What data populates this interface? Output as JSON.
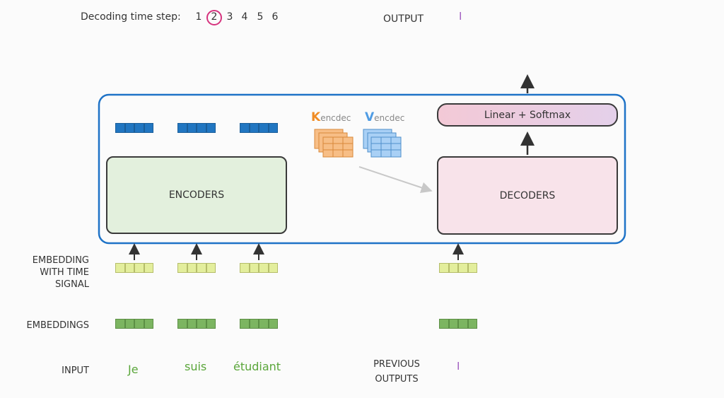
{
  "header": {
    "decoding_label": "Decoding time step:",
    "steps": [
      "1",
      "2",
      "3",
      "4",
      "5",
      "6"
    ],
    "active_step": "2",
    "output_label": "OUTPUT",
    "output_value": "I"
  },
  "matrices": {
    "k_main": "K",
    "k_sub": "encdec",
    "v_main": "V",
    "v_sub": "encdec"
  },
  "boxes": {
    "encoders": "ENCODERS",
    "decoders": "DECODERS",
    "linear_softmax": "Linear + Softmax"
  },
  "row_labels": {
    "embedding_time_signal": [
      "EMBEDDING",
      "WITH TIME",
      "SIGNAL"
    ],
    "embeddings": "EMBEDDINGS",
    "input": "INPUT",
    "previous_outputs": [
      "PREVIOUS",
      "OUTPUTS"
    ]
  },
  "input_words": [
    "Je",
    "suis",
    "étudiant"
  ],
  "previous_output_value": "I",
  "colors": {
    "frame_blue": "#1f73c7",
    "encoder_fill": "#e3f0dd",
    "decoder_fill": "#f8e3ea",
    "active_ring": "#d6337e",
    "word_green": "#5aa63a",
    "output_purple": "#a35fc1",
    "k_orange": "#f08c24",
    "v_blue": "#4f9ce4"
  }
}
